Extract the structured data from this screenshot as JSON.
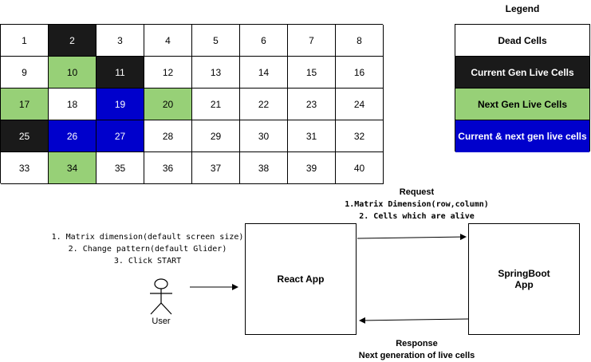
{
  "colors": {
    "dead": "#ffffff",
    "current": "#1a1a1a",
    "next": "#97d077",
    "both": "#0000cc"
  },
  "grid": {
    "columns": 8,
    "cells": [
      {
        "label": "1",
        "state": "dead"
      },
      {
        "label": "2",
        "state": "current"
      },
      {
        "label": "3",
        "state": "dead"
      },
      {
        "label": "4",
        "state": "dead"
      },
      {
        "label": "5",
        "state": "dead"
      },
      {
        "label": "6",
        "state": "dead"
      },
      {
        "label": "7",
        "state": "dead"
      },
      {
        "label": "8",
        "state": "dead"
      },
      {
        "label": "9",
        "state": "dead"
      },
      {
        "label": "10",
        "state": "next"
      },
      {
        "label": "11",
        "state": "current"
      },
      {
        "label": "12",
        "state": "dead"
      },
      {
        "label": "13",
        "state": "dead"
      },
      {
        "label": "14",
        "state": "dead"
      },
      {
        "label": "15",
        "state": "dead"
      },
      {
        "label": "16",
        "state": "dead"
      },
      {
        "label": "17",
        "state": "next"
      },
      {
        "label": "18",
        "state": "dead"
      },
      {
        "label": "19",
        "state": "both"
      },
      {
        "label": "20",
        "state": "next"
      },
      {
        "label": "21",
        "state": "dead"
      },
      {
        "label": "22",
        "state": "dead"
      },
      {
        "label": "23",
        "state": "dead"
      },
      {
        "label": "24",
        "state": "dead"
      },
      {
        "label": "25",
        "state": "current"
      },
      {
        "label": "26",
        "state": "both"
      },
      {
        "label": "27",
        "state": "both"
      },
      {
        "label": "28",
        "state": "dead"
      },
      {
        "label": "29",
        "state": "dead"
      },
      {
        "label": "30",
        "state": "dead"
      },
      {
        "label": "31",
        "state": "dead"
      },
      {
        "label": "32",
        "state": "dead"
      },
      {
        "label": "33",
        "state": "dead"
      },
      {
        "label": "34",
        "state": "next"
      },
      {
        "label": "35",
        "state": "dead"
      },
      {
        "label": "36",
        "state": "dead"
      },
      {
        "label": "37",
        "state": "dead"
      },
      {
        "label": "38",
        "state": "dead"
      },
      {
        "label": "39",
        "state": "dead"
      },
      {
        "label": "40",
        "state": "dead"
      }
    ]
  },
  "legend": {
    "title": "Legend",
    "items": [
      {
        "label": "Dead Cells",
        "state": "dead"
      },
      {
        "label": "Current Gen Live Cells",
        "state": "current"
      },
      {
        "label": "Next Gen Live Cells",
        "state": "next"
      },
      {
        "label": "Current & next gen live cells",
        "state": "both"
      }
    ]
  },
  "flow": {
    "request": {
      "title": "Request",
      "line1": "1.Matrix Dimension(row,column)",
      "line2": "2. Cells which are alive"
    },
    "response": {
      "title": "Response",
      "line1": "Next generation of live cells"
    },
    "steps": {
      "line1": "1. Matrix dimension(default screen size)",
      "line2": "2. Change pattern(default Glider)",
      "line3": "3. Click START"
    },
    "user_label": "User",
    "react_label": "React App",
    "spring_line1": "SpringBoot",
    "spring_line2": "App"
  }
}
